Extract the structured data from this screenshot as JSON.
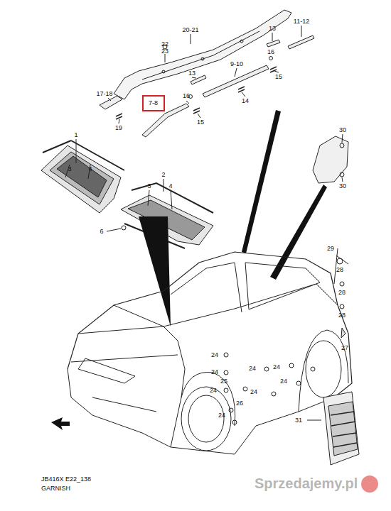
{
  "diagram": {
    "nodes": [
      {
        "text": [
          "7-8"
        ]
      }
    ],
    "labels": [
      "22",
      "23",
      "20-21",
      "13",
      "11-12",
      "16",
      "9-10",
      "15",
      "13",
      "16",
      "17-18",
      "14",
      "15",
      "19",
      "1",
      "3",
      "4",
      "2",
      "3",
      "4",
      "6",
      "30",
      "30",
      "29",
      "28",
      "28",
      "28",
      "27",
      "24",
      "24",
      "24",
      "24",
      "24",
      "24",
      "24",
      "24",
      "25",
      "26",
      "31",
      "JB416X E22_138",
      "GARNISH",
      "Sprzedajemy.pl"
    ]
  }
}
